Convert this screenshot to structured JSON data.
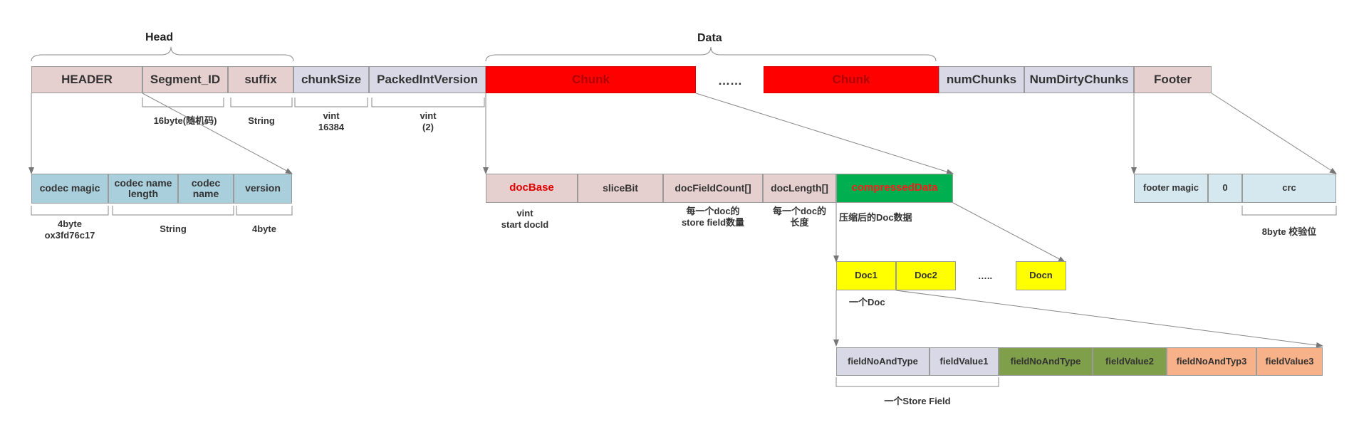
{
  "titles": {
    "head": "Head",
    "data": "Data"
  },
  "top_row": {
    "header": "HEADER",
    "segment_id": "Segment_ID",
    "suffix": "suffix",
    "chunk_size": "chunkSize",
    "packed_int_version": "PackedIntVersion",
    "chunk1": "Chunk",
    "dots": "……",
    "chunk2": "Chunk",
    "num_chunks": "numChunks",
    "num_dirty_chunks": "NumDirtyChunks",
    "footer": "Footer"
  },
  "top_notes": {
    "segment_id": "16byte(随机码)",
    "suffix": "String",
    "chunk_size_1": "vint",
    "chunk_size_2": "16384",
    "packed_1": "vint",
    "packed_2": "(2)"
  },
  "header_detail": {
    "codec_magic": "codec magic",
    "codec_name_length_1": "codec name",
    "codec_name_length_2": "length",
    "codec_name_1": "codec",
    "codec_name_2": "name",
    "version": "version",
    "note_magic_1": "4byte",
    "note_magic_2": "ox3fd76c17",
    "note_string": "String",
    "note_version": "4byte"
  },
  "chunk_detail": {
    "doc_base": "docBase",
    "slice_bit": "sliceBit",
    "doc_field_count": "docFieldCount[]",
    "doc_length": "docLength[]",
    "compressed_data": "compressedData",
    "note_docbase_1": "vint",
    "note_docbase_2": "start docId",
    "note_fieldcount_1": "每一个doc的",
    "note_fieldcount_2": "store field数量",
    "note_doclength_1": "每一个doc的",
    "note_doclength_2": "长度",
    "note_compressed": "压缩后的Doc数据"
  },
  "footer_detail": {
    "footer_magic": "footer magic",
    "zero": "0",
    "crc": "crc",
    "note": "8byte 校验位"
  },
  "docs": {
    "doc1": "Doc1",
    "doc2": "Doc2",
    "dots": "…..",
    "docn": "Docn",
    "note": "一个Doc"
  },
  "fields": {
    "f1": "fieldNoAndType",
    "v1": "fieldValue1",
    "f2": "fieldNoAndType",
    "v2": "fieldValue2",
    "f3": "fieldNoAndTyp3",
    "v3": "fieldValue3",
    "note": "一个Store Field"
  },
  "colors": {
    "pink": "#e6cfcf",
    "lavender": "#d9d8e6",
    "red": "#ff0000",
    "blue": "#a9cfdc",
    "light_blue": "#d5e8ef",
    "green": "#00b050",
    "yellow": "#ffff00",
    "olive": "#7f9f4a",
    "peach": "#f8b28a"
  }
}
